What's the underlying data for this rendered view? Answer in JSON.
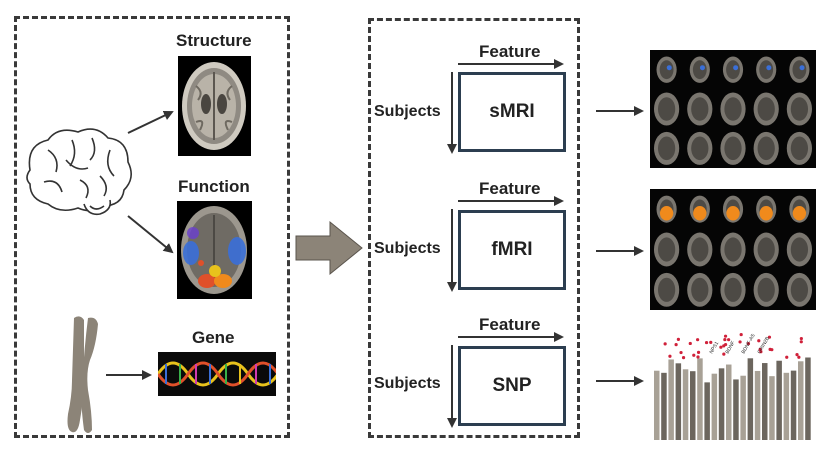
{
  "left": {
    "structure_label": "Structure",
    "function_label": "Function",
    "gene_label": "Gene"
  },
  "modalities": [
    {
      "feature_label": "Feature",
      "subjects_label": "Subjects",
      "name": "sMRI"
    },
    {
      "feature_label": "Feature",
      "subjects_label": "Subjects",
      "name": "fMRI"
    },
    {
      "feature_label": "Feature",
      "subjects_label": "Subjects",
      "name": "SNP"
    }
  ],
  "manhattan_labels": [
    "NPS1",
    "BDNF",
    "BDNF-AS",
    "GRIN2B"
  ],
  "icons": {
    "brain": "brain-icon",
    "chromosome": "chromosome-icon",
    "dna": "dna-helix-icon",
    "big_arrow": "flow-arrow-icon"
  },
  "colors": {
    "box_border": "#2c3e50",
    "big_arrow_fill": "#8c8478",
    "activation_blue": "#3a6fd8",
    "activation_orange": "#f08a1c",
    "manhattan_hits": "#d0213a"
  }
}
